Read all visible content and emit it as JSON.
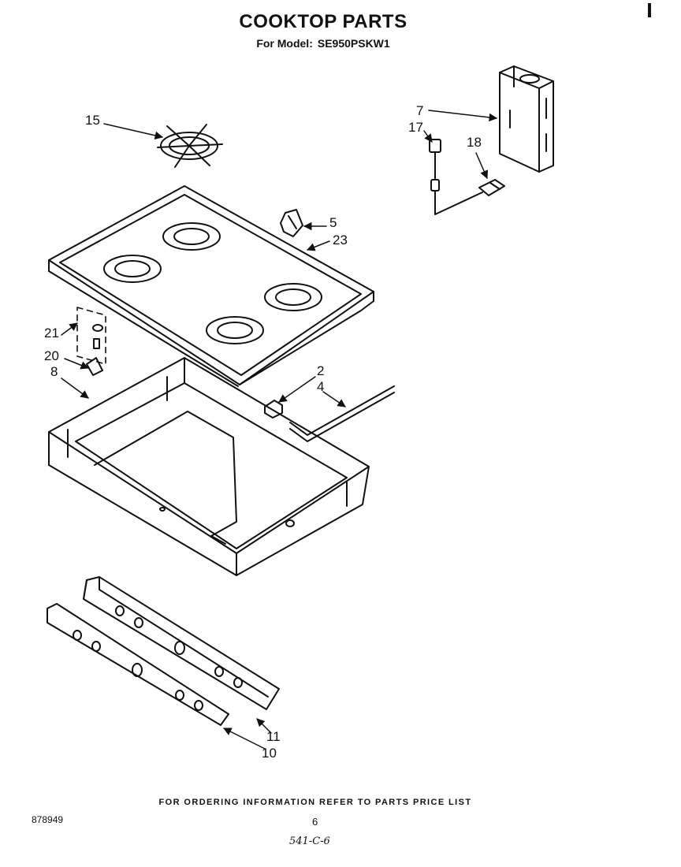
{
  "header": {
    "title": "COOKTOP PARTS",
    "model_label": "For Model:",
    "model_number": "SE950PSKW1"
  },
  "callouts": [
    {
      "id": "15",
      "label": "15"
    },
    {
      "id": "7",
      "label": "7"
    },
    {
      "id": "17",
      "label": "17"
    },
    {
      "id": "18",
      "label": "18"
    },
    {
      "id": "5",
      "label": "5"
    },
    {
      "id": "23",
      "label": "23"
    },
    {
      "id": "21",
      "label": "21"
    },
    {
      "id": "20",
      "label": "20"
    },
    {
      "id": "8",
      "label": "8"
    },
    {
      "id": "2",
      "label": "2"
    },
    {
      "id": "4",
      "label": "4"
    },
    {
      "id": "11",
      "label": "11"
    },
    {
      "id": "10",
      "label": "10"
    }
  ],
  "footer": {
    "note": "FOR ORDERING INFORMATION REFER TO PARTS PRICE LIST",
    "part_number": "878949",
    "page_number": "6",
    "handwritten": "541-C-6"
  }
}
